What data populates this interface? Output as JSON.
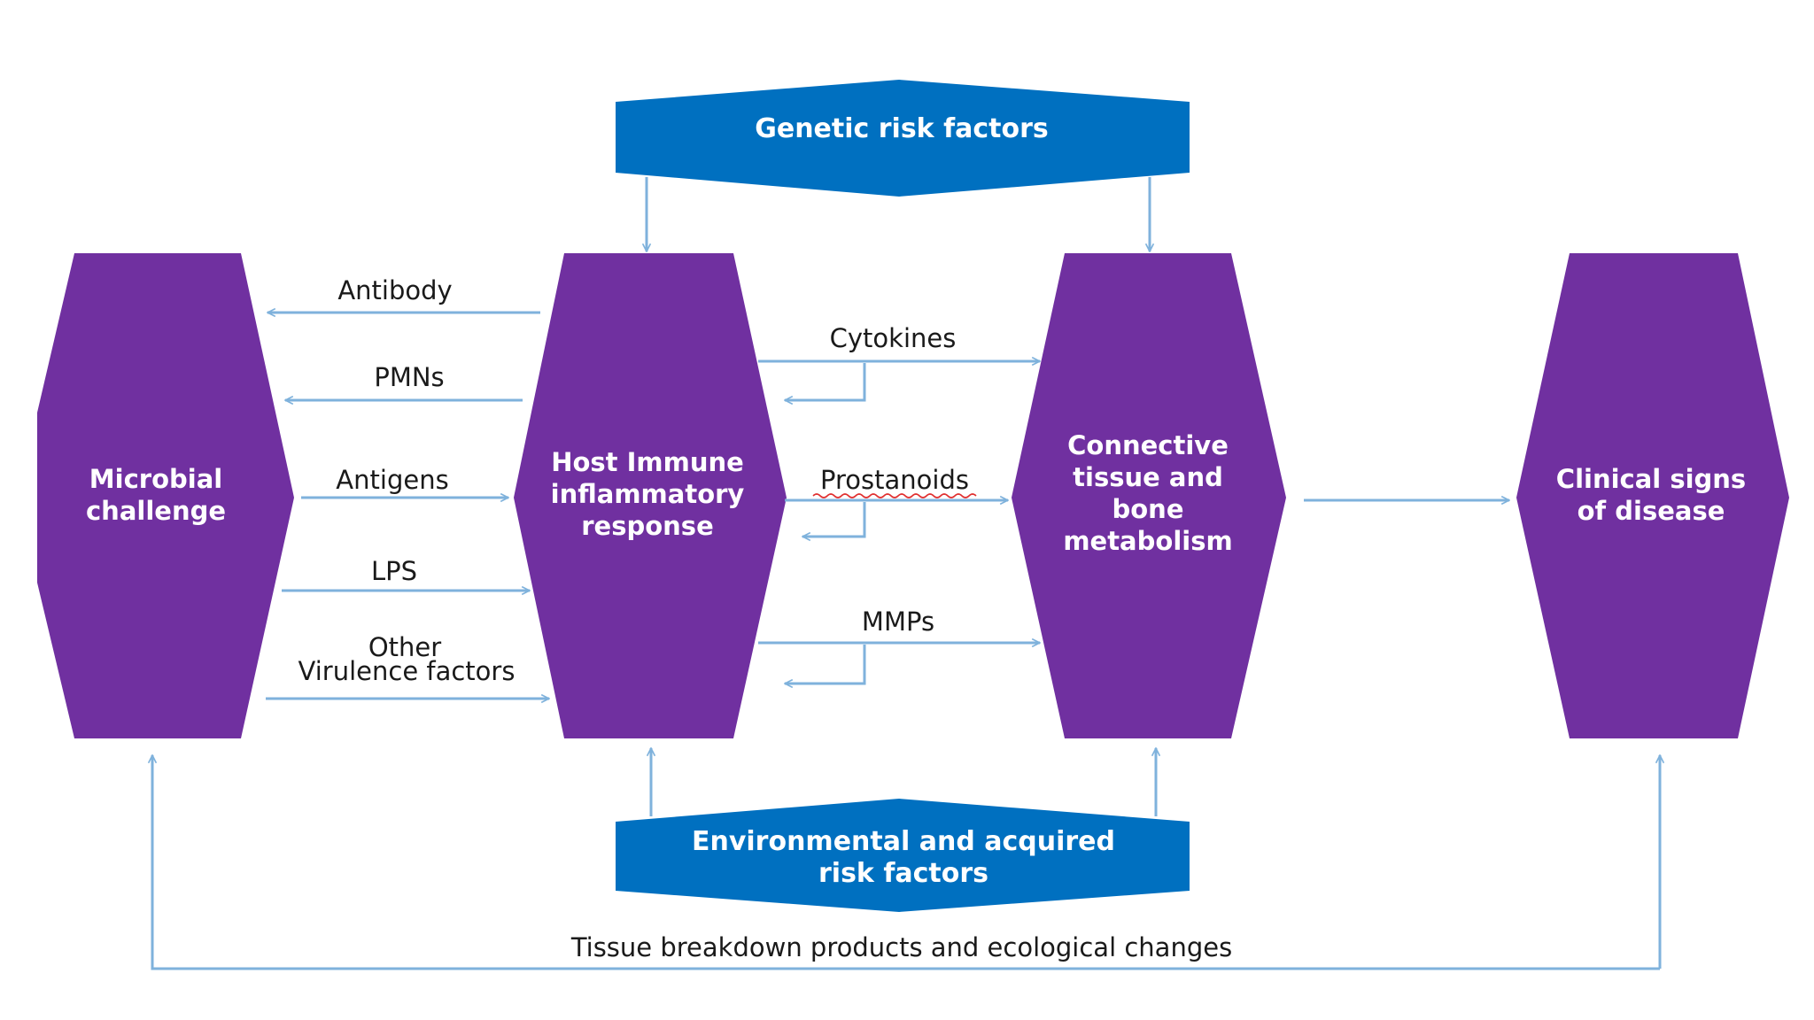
{
  "colors": {
    "hexagon_fill": "#7030a0",
    "banner_fill": "#0070c0",
    "arrow_stroke": "#7fb2dc",
    "label_text": "#1a1a1a"
  },
  "nodes": {
    "microbial": {
      "line1": "Microbial",
      "line2": "challenge"
    },
    "host": {
      "line1": "Host Immune",
      "line2": "inflammatory",
      "line3": "response"
    },
    "connective": {
      "line1": "Connective",
      "line2": "tissue and",
      "line3": "bone",
      "line4": "metabolism"
    },
    "clinical": {
      "line1": "Clinical signs",
      "line2": "of disease"
    }
  },
  "banners": {
    "genetic": {
      "line1": "Genetic risk factors"
    },
    "environmental": {
      "line1": "Environmental and acquired",
      "line2": "risk factors"
    }
  },
  "arrows_left_block": {
    "antibody": "Antibody",
    "pmns": "PMNs",
    "antigens": "Antigens",
    "lps": "LPS",
    "other_line1": "Other",
    "other_line2": "Virulence factors"
  },
  "arrows_middle_block": {
    "cytokines": "Cytokines",
    "prostanoids": "Prostanoids",
    "mmps": "MMPs"
  },
  "feedback": {
    "label": "Tissue breakdown products and ecological changes"
  }
}
